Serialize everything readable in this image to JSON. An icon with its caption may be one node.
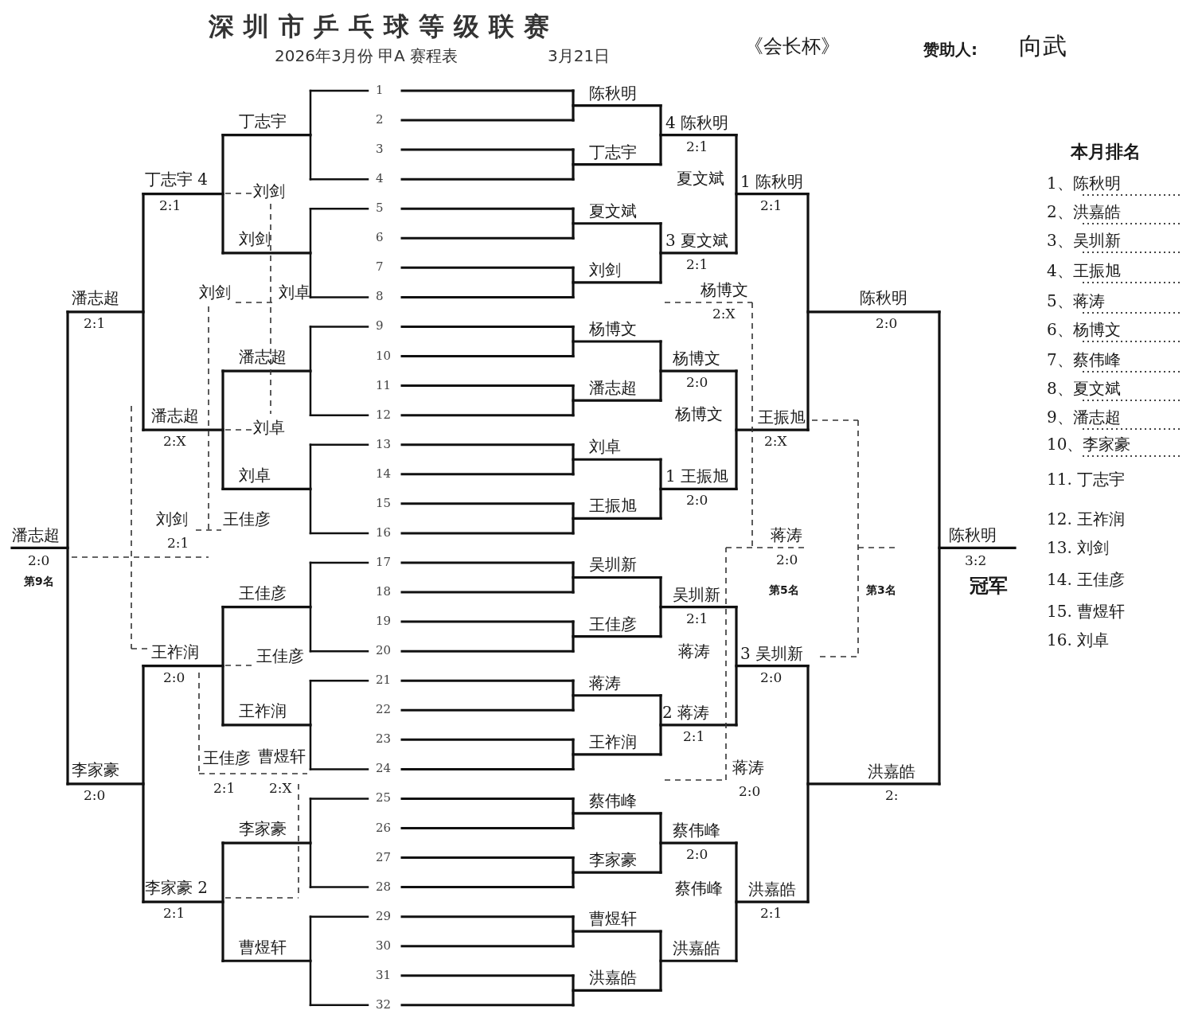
{
  "diagram": {
    "title": "深圳市乒乓球等级联赛",
    "labels": [
      "2026年3月份 甲A 赛程表",
      "3月21日",
      "《会长杯》",
      "赞助人:",
      "向武",
      "1",
      "2",
      "3",
      "4",
      "5",
      "6",
      "7",
      "8",
      "9",
      "10",
      "11",
      "12",
      "13",
      "14",
      "15",
      "16",
      "17",
      "18",
      "19",
      "20",
      "21",
      "22",
      "23",
      "24",
      "25",
      "26",
      "27",
      "28",
      "29",
      "30",
      "31",
      "32",
      "陈秋明",
      "丁志宇",
      "夏文斌",
      "刘剑",
      "杨博文",
      "潘志超",
      "刘卓",
      "王振旭",
      "吴圳新",
      "王佳彦",
      "蒋涛",
      "王祚润",
      "蔡伟峰",
      "李家豪",
      "曹煜轩",
      "洪嘉皓",
      "4 陈秋明",
      "2:1",
      "3 夏文斌",
      "2:1",
      "杨博文",
      "2:0",
      "1 王振旭",
      "2:0",
      "吴圳新",
      "2:1",
      "2 蒋涛",
      "2:1",
      "蔡伟峰",
      "2:0",
      "洪嘉皓",
      "夏文斌",
      "1 陈秋明",
      "2:1",
      "杨博文",
      "2:X",
      "杨博文",
      "王振旭",
      "2:X",
      "蒋涛",
      "2:0",
      "第5名",
      "蒋涛",
      "3 吴圳新",
      "2:0",
      "蒋涛",
      "2:0",
      "蔡伟峰",
      "洪嘉皓",
      "2:1",
      "陈秋明",
      "2:0",
      "第3名",
      "洪嘉皓",
      "2:",
      "陈秋明",
      "3:2",
      "冠军",
      "本月排名",
      "1、陈秋明",
      "2、洪嘉皓",
      "3、吴圳新",
      "4、王振旭",
      "5、蒋涛",
      "6、杨博文",
      "7、蔡伟峰",
      "8、夏文斌",
      "9、潘志超",
      "10、李家豪",
      "11. 丁志宇",
      "12. 王祚润",
      "13. 刘剑",
      "14. 王佳彦",
      "15. 曹煜轩",
      "16. 刘卓",
      "丁志宇",
      "刘剑",
      "刘剑",
      "丁志宇 4",
      "2:1",
      "潘志超",
      "2:1",
      "刘剑",
      "刘卓",
      "潘志超",
      "潘志超",
      "2:X",
      "刘卓",
      "刘卓",
      "刘剑",
      "王佳彦",
      "2:1",
      "潘志超",
      "2:0",
      "第9名",
      "王佳彦",
      "王祚润",
      "王佳彦",
      "2:0",
      "王祚润",
      "王佳彦",
      "曹煜轩",
      "2:1",
      "2:X",
      "李家豪",
      "2:0",
      "李家豪",
      "李家豪 2",
      "2:1",
      "曹煜轩"
    ]
  }
}
